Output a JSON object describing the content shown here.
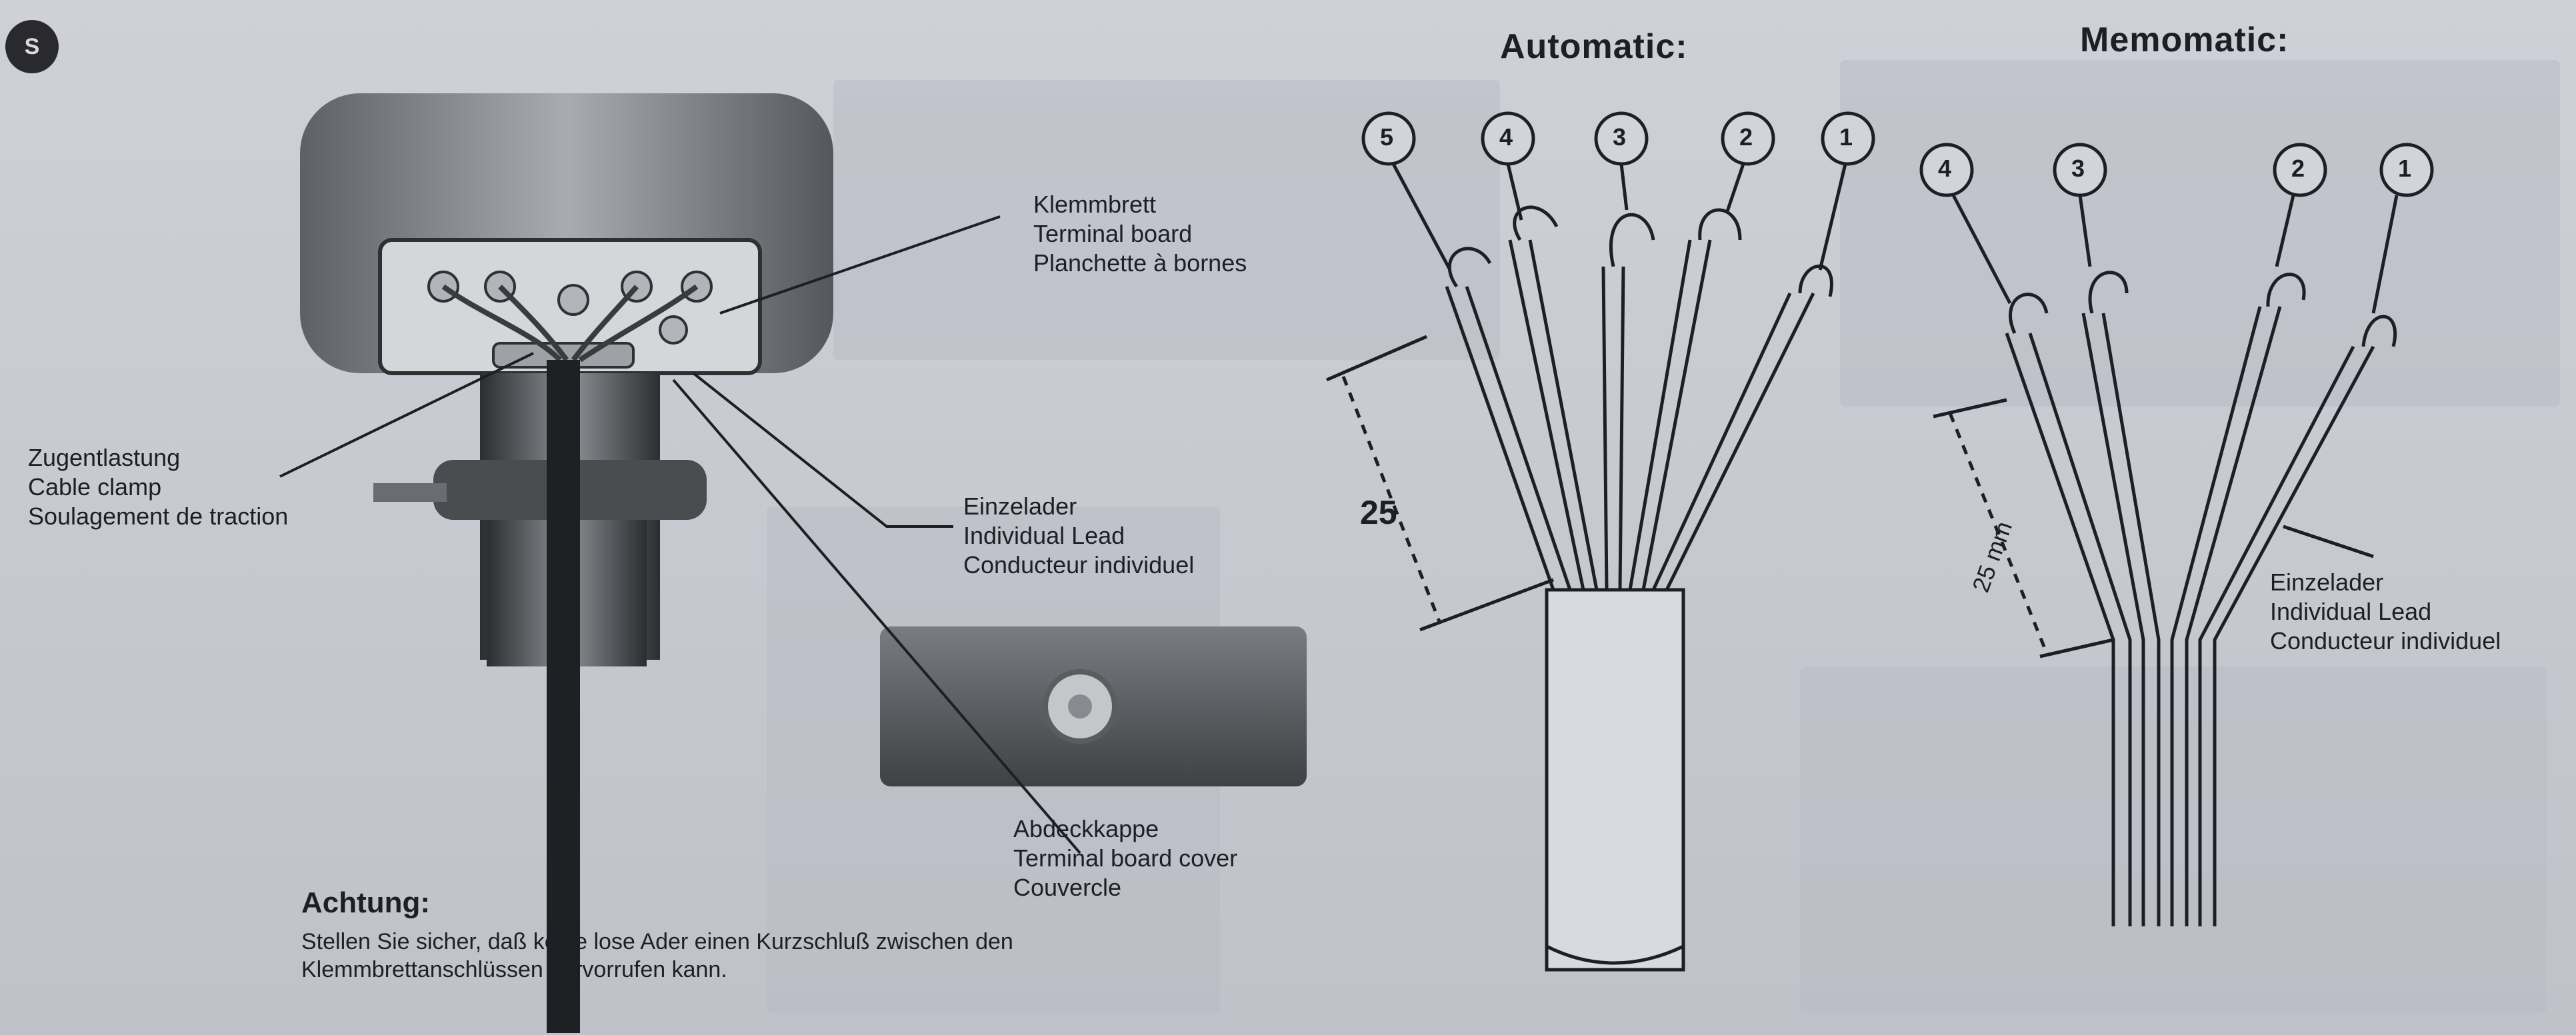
{
  "page_marker": "S",
  "callouts": {
    "terminal_board": [
      "Klemmbrett",
      "Terminal board",
      "Planchette à bornes"
    ],
    "cable_clamp": [
      "Zugentlastung",
      "Cable clamp",
      "Soulagement de traction"
    ],
    "individual_lead_left": [
      "Einzelader",
      "Individual Lead",
      "Conducteur individuel"
    ],
    "cover": [
      "Abdeckkappe",
      "Terminal board cover",
      "Couvercle"
    ],
    "individual_lead_right": [
      "Einzelader",
      "Individual Lead",
      "Conducteur individuel"
    ]
  },
  "warning": {
    "title": "Achtung:",
    "text": "Stellen Sie sicher, daß keine lose Ader einen Kurzschluß zwischen den Klemmbrettanschlüssen hervorrufen kann."
  },
  "automatic": {
    "heading": "Automatic:",
    "wires": [
      "5",
      "4",
      "3",
      "2",
      "1"
    ],
    "dimension": "25"
  },
  "memomatic": {
    "heading": "Memomatic:",
    "wires": [
      "4",
      "3",
      "2",
      "1"
    ],
    "dimension": "25 mm"
  },
  "colors": {
    "paper": "#c9ccd3",
    "ink": "#1e1f24",
    "device_body": "#8d8f94",
    "device_dark": "#3a3b3f"
  }
}
